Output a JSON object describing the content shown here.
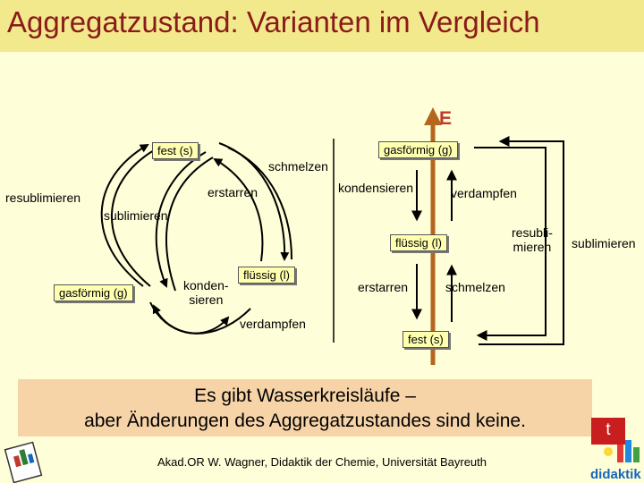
{
  "title": "Aggregatzustand: Varianten im Vergleich",
  "energy_label": "E",
  "left_cycle": {
    "fest": "fest (s)",
    "gas": "gasförmig (g)",
    "fluessig": "flüssig (l)",
    "schmelzen": "schmelzen",
    "erstarren": "erstarren",
    "resublimieren": "resublimieren",
    "sublimieren": "sublimieren",
    "kondensieren_1": "konden-",
    "kondensieren_2": "sieren",
    "verdampfen": "verdampfen"
  },
  "right_ladder": {
    "gas": "gasförmig (g)",
    "fluessig": "flüssig (l)",
    "fest": "fest (s)",
    "kondensieren": "kondensieren",
    "verdampfen": "verdampfen",
    "resublimieren_1": "resubli-",
    "resublimieren_2": "mieren",
    "sublimieren": "sublimieren",
    "erstarren": "erstarren",
    "schmelzen": "schmelzen"
  },
  "note": {
    "line1": "Es gibt Wasserkreisläufe –",
    "line2": "aber Änderungen des Aggregatzustandes sind keine."
  },
  "footer": "Akad.OR W. Wagner, Didaktik der Chemie, Universität Bayreuth",
  "corner_badge": "t",
  "logo_text": "didaktik",
  "colors": {
    "title": "#8b1a1a",
    "energy_axis": "#b5651d",
    "note_bg": "#f7d4a8",
    "badge": "#c81e1e"
  }
}
